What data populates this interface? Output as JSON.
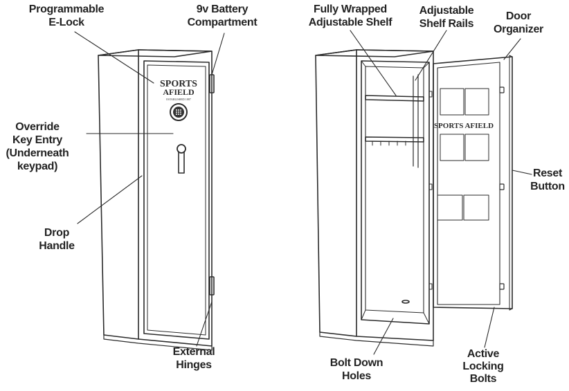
{
  "labels": {
    "programmable_elock": [
      "Programmable",
      "E-Lock"
    ],
    "battery_compartment": [
      "9v Battery",
      "Compartment"
    ],
    "override_key_entry": [
      "Override",
      "Key Entry",
      "(Underneath",
      "keypad)"
    ],
    "drop_handle": [
      "Drop",
      "Handle"
    ],
    "external_hinges": [
      "External",
      "Hinges"
    ],
    "fully_wrapped_shelf": [
      "Fully Wrapped",
      "Adjustable Shelf"
    ],
    "adjustable_shelf_rails": [
      "Adjustable",
      "Shelf Rails"
    ],
    "door_organizer": [
      "Door",
      "Organizer"
    ],
    "reset_button": [
      "Reset",
      "Button"
    ],
    "bolt_down_holes": [
      "Bolt Down",
      "Holes"
    ],
    "active_locking_bolts": [
      "Active",
      "Locking",
      "Bolts"
    ]
  },
  "brand": {
    "line1": "SPORTS",
    "line2": "AFIELD",
    "tagline": "ESTABLISHED 1887",
    "door_logo": "SPORTS AFIELD"
  }
}
